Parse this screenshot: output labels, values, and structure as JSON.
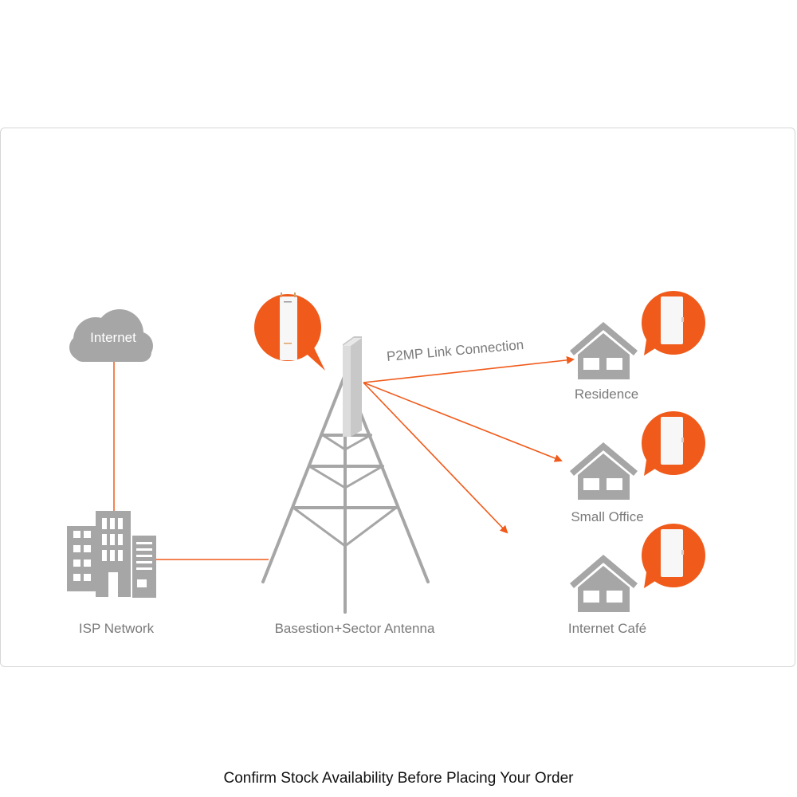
{
  "colors": {
    "accent": "#f05a1a",
    "icon_gray": "#a6a6a6",
    "label_gray": "#7a7a7a",
    "device_white": "#f7f7f7"
  },
  "diagram": {
    "internet_label": "Internet",
    "isp_label": "ISP Network",
    "basestation_label": "Basestion+Sector Antenna",
    "link_label": "P2MP Link Connection",
    "clients": [
      {
        "label": "Residence",
        "icon": "house-icon",
        "device": "cpe-device-icon"
      },
      {
        "label": "Small Office",
        "icon": "house-icon",
        "device": "cpe-device-icon"
      },
      {
        "label": "Internet Café",
        "icon": "house-icon",
        "device": "cpe-device-icon"
      }
    ],
    "base_device": "access-point-device-icon"
  },
  "footer": {
    "notice": "Confirm Stock Availability Before Placing Your Order"
  }
}
